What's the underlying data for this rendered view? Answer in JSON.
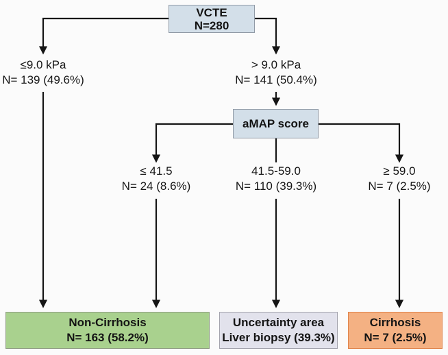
{
  "figure": {
    "description": "VCTE and aMAP score decision flowchart for cirrhosis classification"
  },
  "colors": {
    "decision_fill": "#d3dfe9",
    "decision_border": "#909aa6",
    "line": "#151515",
    "non_cirrhosis_fill": "#a9d18e",
    "uncertainty_fill": "#e2e2ec",
    "cirrhosis_fill": "#f4b183",
    "background": "#fbfbfb"
  },
  "nodes": {
    "vcte": {
      "title": "VCTE",
      "count": "N=280"
    },
    "amap": {
      "title": "aMAP score"
    }
  },
  "branches": {
    "low_kpa": {
      "condition": "≤9.0 kPa",
      "count": "N= 139 (49.6%)"
    },
    "high_kpa": {
      "condition": "> 9.0 kPa",
      "count": "N= 141 (50.4%)"
    },
    "amap_low": {
      "condition": "≤ 41.5",
      "count": "N= 24 (8.6%)"
    },
    "amap_mid": {
      "condition": "41.5-59.0",
      "count": "N= 110 (39.3%)"
    },
    "amap_high": {
      "condition": "≥ 59.0",
      "count": "N= 7 (2.5%)"
    }
  },
  "outcomes": {
    "non_cirrhosis": {
      "line1": "Non-Cirrhosis",
      "line2": "N= 163 (58.2%)"
    },
    "uncertainty": {
      "line1": "Uncertainty area",
      "line2": "Liver biopsy (39.3%)"
    },
    "cirrhosis": {
      "line1": "Cirrhosis",
      "line2": "N= 7 (2.5%)"
    }
  }
}
